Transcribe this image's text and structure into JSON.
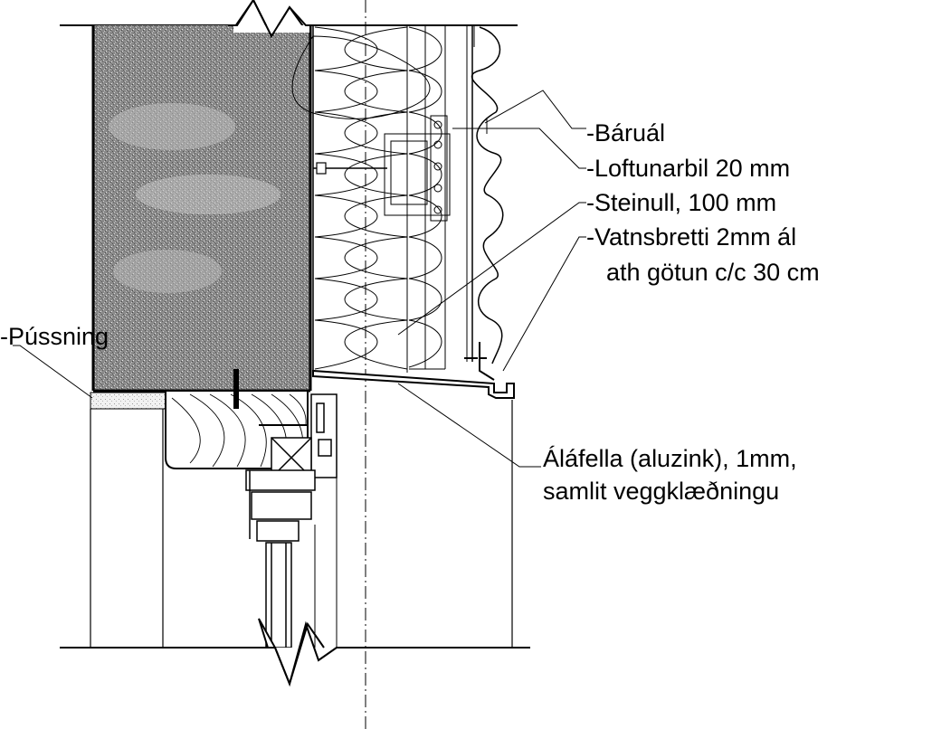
{
  "labels": {
    "baruál": "-Báruál",
    "loftunarbil": "-Loftunarbil 20 mm",
    "steinull": "-Steinull, 100 mm",
    "vatnsbretti_line1": "-Vatnsbretti 2mm ál",
    "vatnsbretti_line2": "ath götun c/c 30 cm",
    "pussning": "-Pússning",
    "alafella_line1": "Áláfella (aluzink), 1mm,",
    "alafella_line2": "samlit veggklæðningu"
  }
}
